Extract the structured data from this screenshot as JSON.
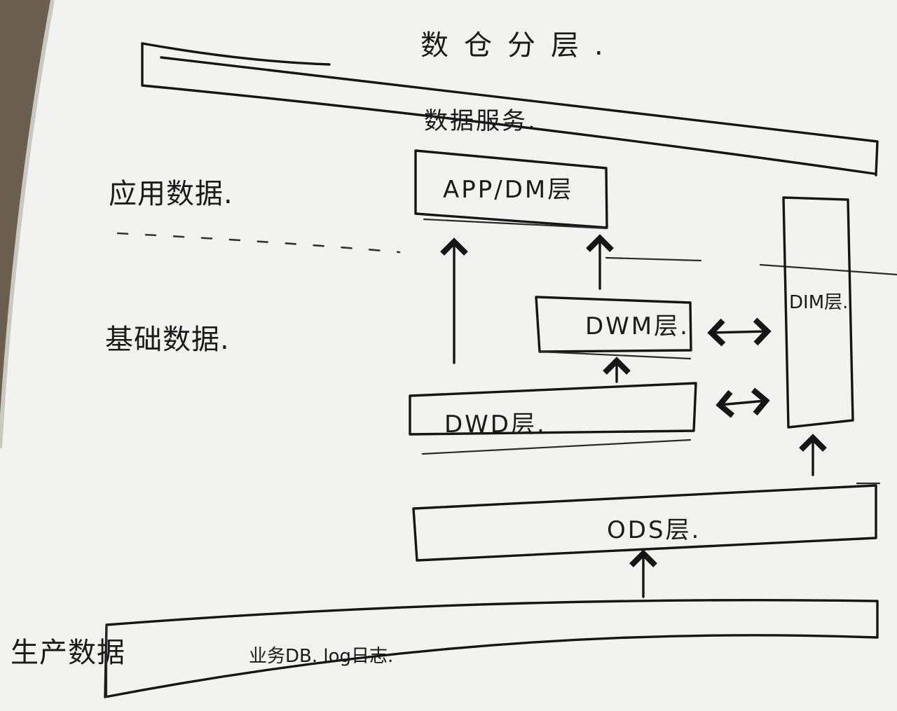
{
  "diagram": {
    "title": "数仓分层.",
    "service_layer": {
      "label": "数据服务."
    },
    "section_labels": {
      "application": "应用数据.",
      "base": "基础数据.",
      "source": "生产数据"
    },
    "layers": {
      "app_dm": "APP/DM层",
      "dwm": "DWM层.",
      "dwd": "DWD层.",
      "dim": "DIM层.",
      "ods": "ODS层.",
      "source": "业务DB.  log日志."
    },
    "colors": {
      "paper": "#f4f4f2",
      "ink": "#151515",
      "background": "#6b5f52"
    }
  }
}
